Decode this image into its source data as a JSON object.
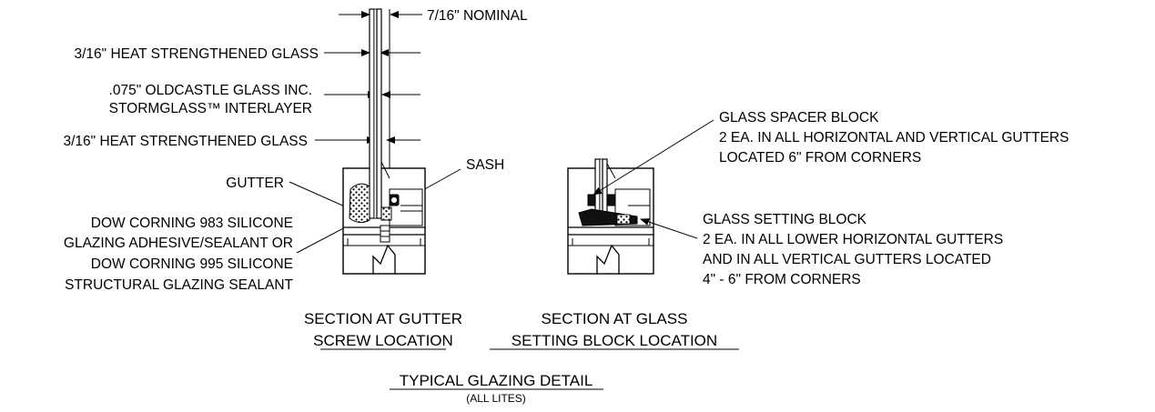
{
  "dimension": {
    "nominal": "7/16\" NOMINAL"
  },
  "left_labels": {
    "glass_outer": "3/16\" HEAT STRENGTHENED GLASS",
    "interlayer_line1": ".075\" OLDCASTLE GLASS INC.",
    "interlayer_line2": "STORMGLASS™ INTERLAYER",
    "glass_inner": "3/16\" HEAT STRENGTHENED GLASS",
    "gutter": "GUTTER",
    "sealant_line1": "DOW CORNING 983 SILICONE",
    "sealant_line2": "GLAZING ADHESIVE/SEALANT OR",
    "sealant_line3": "DOW CORNING 995 SILICONE",
    "sealant_line4": "STRUCTURAL GLAZING SEALANT",
    "sash": "SASH"
  },
  "right_labels": {
    "spacer_line1": "GLASS SPACER BLOCK",
    "spacer_line2": "2 EA. IN ALL HORIZONTAL AND VERTICAL GUTTERS",
    "spacer_line3": "LOCATED 6\" FROM CORNERS",
    "setting_line1": "GLASS SETTING BLOCK",
    "setting_line2": "2 EA. IN ALL LOWER HORIZONTAL GUTTERS",
    "setting_line3": "AND IN ALL VERTICAL GUTTERS LOCATED",
    "setting_line4": "4\" - 6\" FROM CORNERS"
  },
  "captions": {
    "left_line1": "SECTION AT GUTTER",
    "left_line2": "SCREW LOCATION",
    "right_line1": "SECTION AT GLASS",
    "right_line2": "SETTING BLOCK LOCATION",
    "title": "TYPICAL GLAZING DETAIL",
    "subtitle": "(ALL LITES)"
  }
}
